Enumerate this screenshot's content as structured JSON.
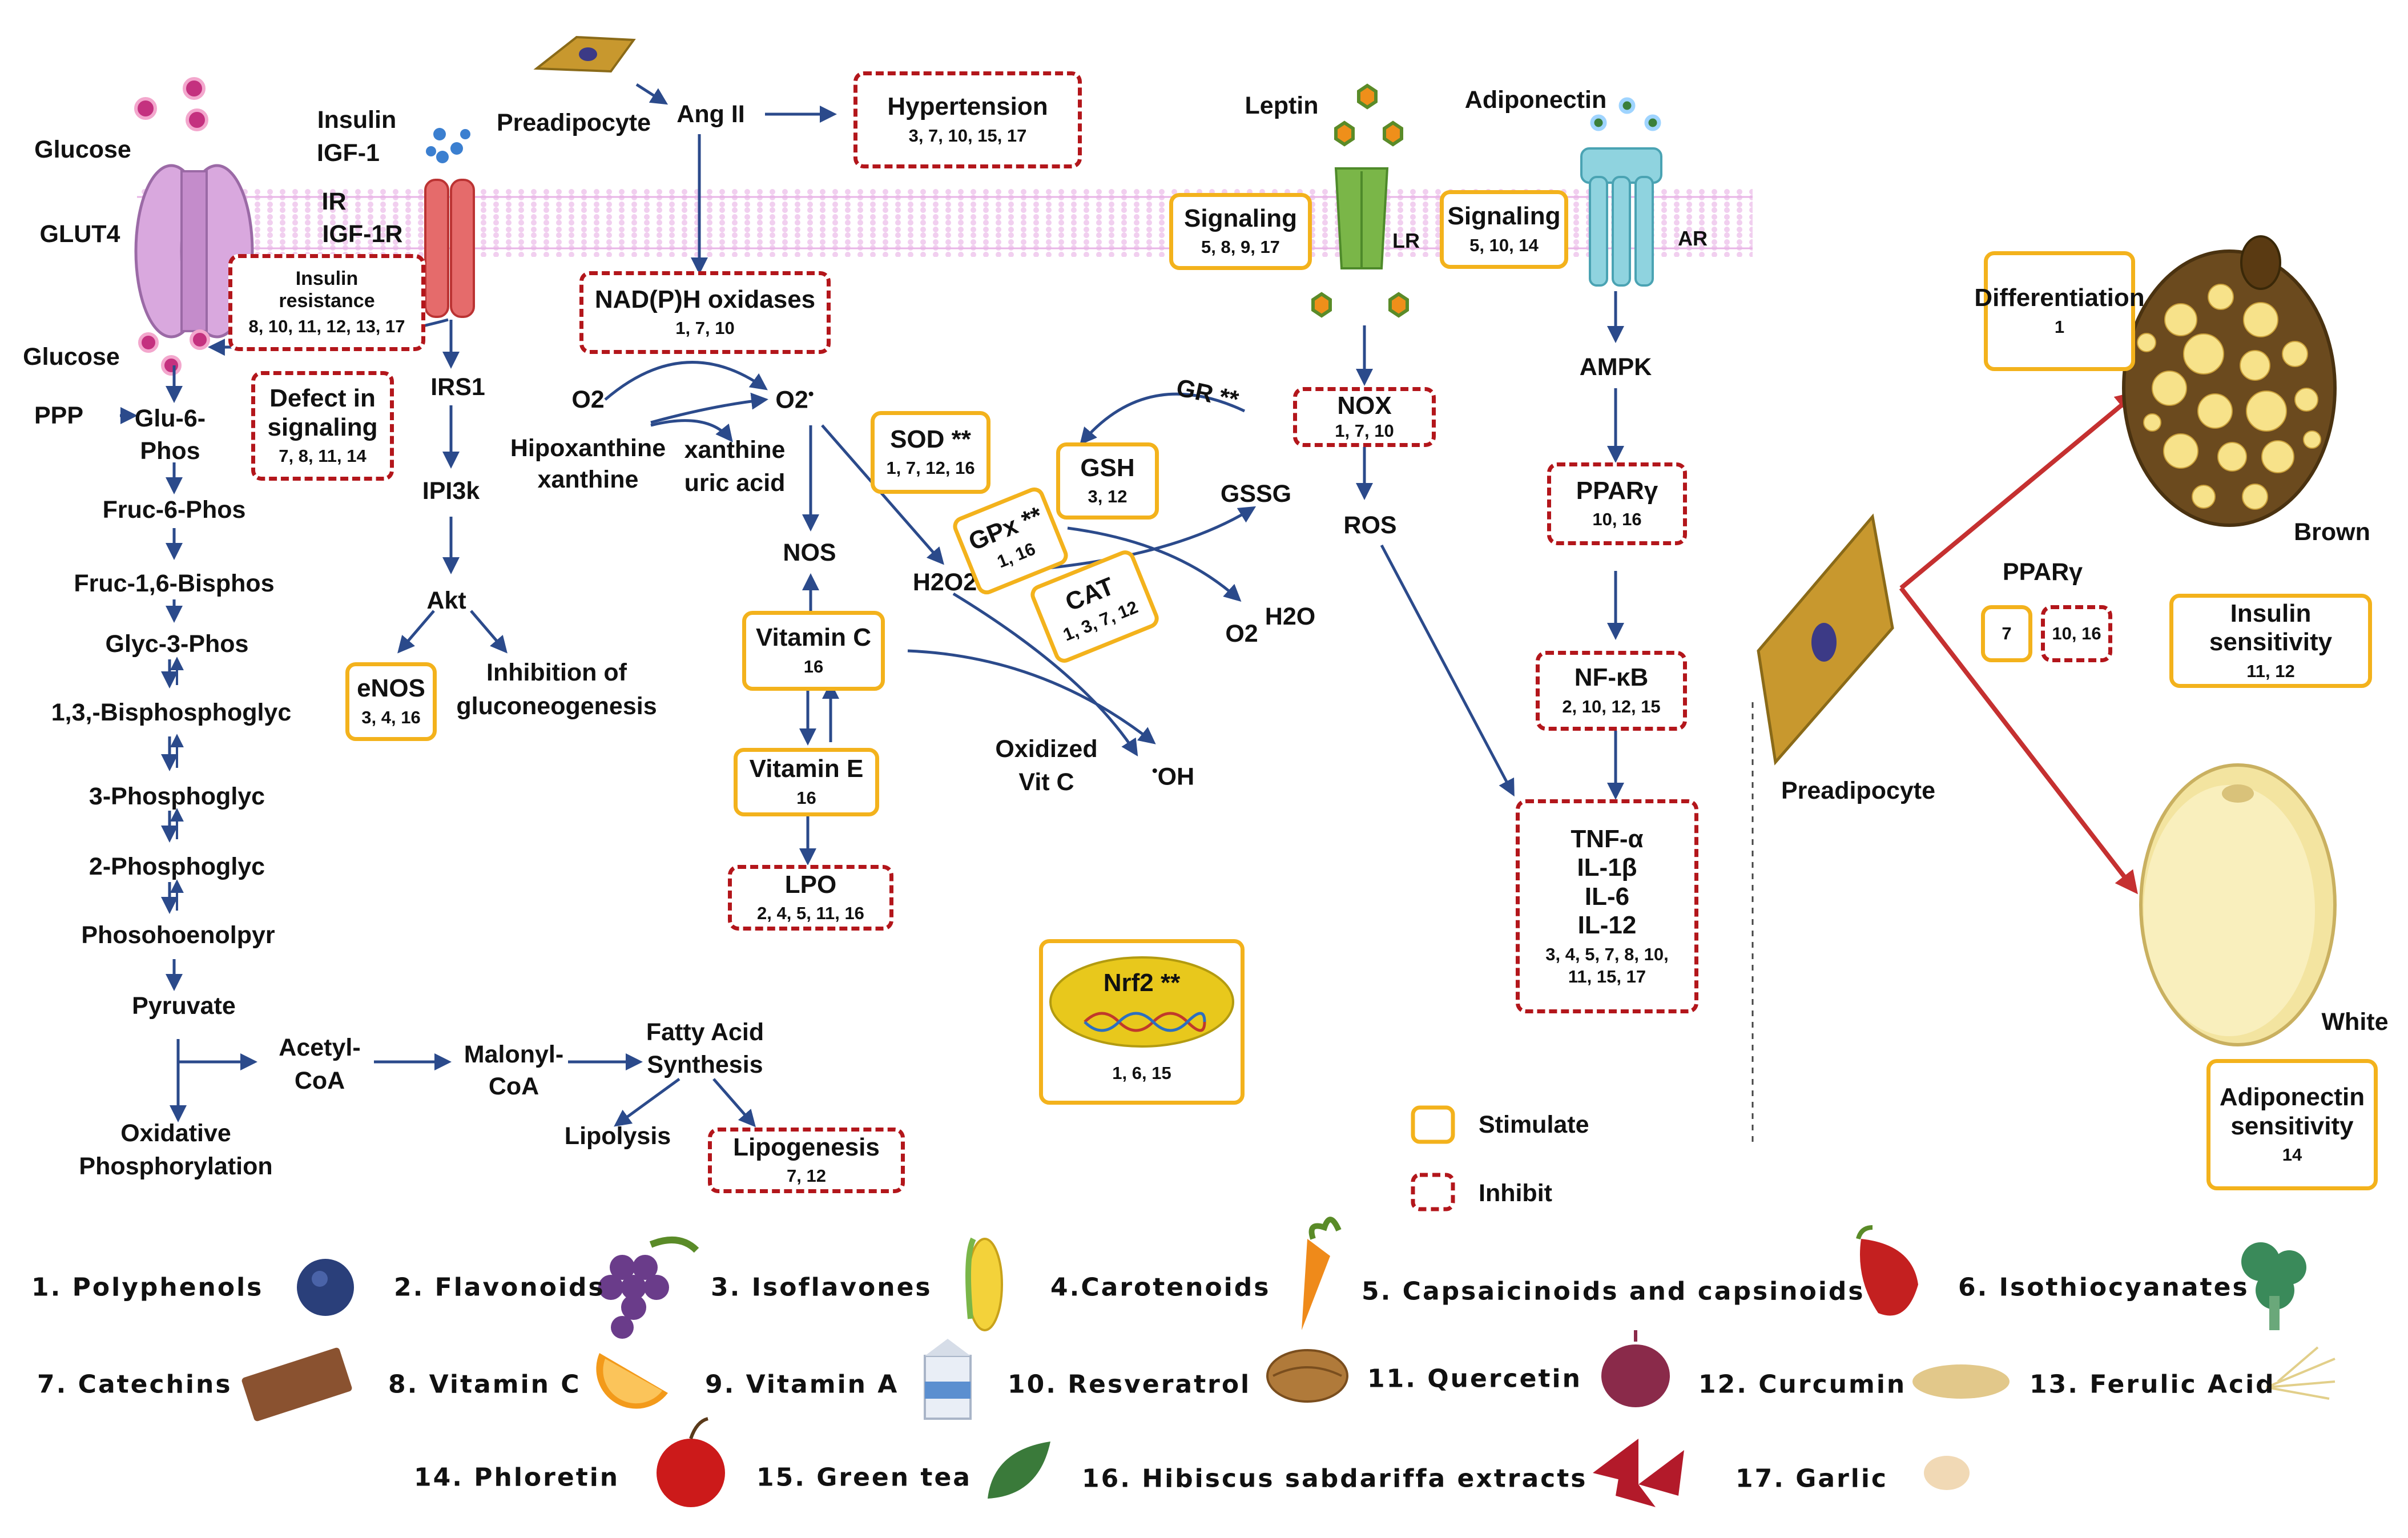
{
  "membrane": {
    "color": "#e8b4e6"
  },
  "colors": {
    "arrow": "#2b4a8b",
    "red_arrow": "#c53030",
    "stimulate": "#f3b21c",
    "inhibit": "#b3161b"
  },
  "labels": {
    "glucose_top": "Glucose",
    "glut4": "GLUT4",
    "glucose_bottom": "Glucose",
    "insulin": "Insulin",
    "igf1": "IGF-1",
    "ir": "IR",
    "igf1r": "IGF-1R",
    "preadipocyte_top": "Preadipocyte",
    "ang2": "Ang II",
    "leptin": "Leptin",
    "adiponectin": "Adiponectin",
    "lr": "LR",
    "ar": "AR",
    "ppp": "PPP",
    "glu6phos_1": "Glu-6-",
    "glu6phos_2": "Phos",
    "fruc6phos": "Fruc-6-Phos",
    "fruc16": "Fruc-1,6-Bisphos",
    "glyc3": "Glyc-3-Phos",
    "bpg13": "1,3,-Bisphosphoglyc",
    "pg3": "3-Phosphoglyc",
    "pg2": "2-Phosphoglyc",
    "pep": "Phosohoenolpyr",
    "pyruvate": "Pyruvate",
    "oxphos_1": "Oxidative",
    "oxphos_2": "Phosphorylation",
    "acetyl_1": "Acetyl-",
    "acetyl_2": "CoA",
    "malonyl_1": "Malonyl-",
    "malonyl_2": "CoA",
    "fas_1": "Fatty Acid",
    "fas_2": "Synthesis",
    "lipolysis": "Lipolysis",
    "irs1": "IRS1",
    "ipi3k": "IPI3k",
    "akt": "Akt",
    "inhib_gluco_1": "Inhibition of",
    "inhib_gluco_2": "gluconeogenesis",
    "o2": "O2",
    "o2rad": "O2",
    "hipox_1": "Hipoxanthine",
    "hipox_2": "xanthine",
    "xan_1": "xanthine",
    "xan_2": "uric acid",
    "nos": "NOS",
    "h2o2": "H2O2",
    "gssg": "GSSG",
    "gr": "GR **",
    "o2_2": "O2",
    "h2o": "H2O",
    "oxvitc_1": "Oxidized",
    "oxvitc_2": "Vit C",
    "oh": "OH",
    "ampk": "AMPK",
    "ros": "ROS",
    "pparg_right": "PPARγ",
    "brown": "Brown",
    "white": "White",
    "preadipocyte_right": "Preadipocyte"
  },
  "boxes": {
    "hypertension": {
      "title": "Hypertension",
      "nums": "3, 7, 10, 15, 17"
    },
    "insulin_resistance": {
      "title1": "Insulin",
      "title2": "resistance",
      "nums": "8, 10, 11, 12, 13, 17"
    },
    "defect": {
      "title1": "Defect in",
      "title2": "signaling",
      "nums": "7, 8, 11, 14"
    },
    "nadph": {
      "title": "NAD(P)H oxidases",
      "nums": "1, 7, 10"
    },
    "sod": {
      "title": "SOD **",
      "nums": "1, 7, 12, 16"
    },
    "gsh": {
      "title": "GSH",
      "nums": "3, 12"
    },
    "gpx": {
      "title": "GPx **",
      "nums": "1, 16"
    },
    "cat": {
      "title": "CAT",
      "nums": "1, 3, 7, 12"
    },
    "vitc": {
      "title": "Vitamin C",
      "nums": "16"
    },
    "vite": {
      "title": "Vitamin E",
      "nums": "16"
    },
    "lpo": {
      "title": "LPO",
      "nums": "2, 4, 5, 11, 16"
    },
    "enos": {
      "title": "eNOS",
      "nums": "3, 4, 16"
    },
    "lipogenesis": {
      "title": "Lipogenesis",
      "nums": "7, 12"
    },
    "nrf2": {
      "title": "Nrf2 **",
      "nums": "1, 6, 15"
    },
    "sig_leptin": {
      "title": "Signaling",
      "nums": "5, 8, 9, 17"
    },
    "sig_adipo": {
      "title": "Signaling",
      "nums": "5, 10, 14"
    },
    "nox": {
      "title": "NOX",
      "nums": "1, 7, 10"
    },
    "pparg": {
      "title": "PPARγ",
      "nums": "10, 16"
    },
    "nfkb": {
      "title": "NF-κB",
      "nums": "2, 10, 12, 15"
    },
    "cyto": {
      "l1": "TNF-α",
      "l2": "IL-1β",
      "l3": "IL-6",
      "l4": "IL-12",
      "nums1": "3, 4, 5, 7, 8, 10,",
      "nums2": "11, 15, 17"
    },
    "differentiation": {
      "title": "Differentiation",
      "nums": "1"
    },
    "pparg7": {
      "nums": "7"
    },
    "pparg1016": {
      "nums": "10, 16"
    },
    "insulin_sens": {
      "title": "Insulin sensitivity",
      "nums": "11, 12"
    },
    "adipo_sens": {
      "title1": "Adiponectin",
      "title2": "sensitivity",
      "nums": "14"
    }
  },
  "legend": {
    "stimulate": "Stimulate",
    "inhibit": "Inhibit"
  },
  "compounds": [
    {
      "label": "1. Polyphenols",
      "icon": "blueberry-icon"
    },
    {
      "label": "2. Flavonoids",
      "icon": "grapes-icon"
    },
    {
      "label": "3. Isoflavones",
      "icon": "corn-icon"
    },
    {
      "label": "4.Carotenoids",
      "icon": "carrot-icon"
    },
    {
      "label": "5. Capsaicinoids and capsinoids",
      "icon": "pepper-icon"
    },
    {
      "label": "6. Isothiocyanates",
      "icon": "broccoli-icon"
    },
    {
      "label": "7. Catechins",
      "icon": "chocolate-icon"
    },
    {
      "label": "8. Vitamin C",
      "icon": "orange-icon"
    },
    {
      "label": "9. Vitamin A",
      "icon": "milk-icon"
    },
    {
      "label": "10. Resveratrol",
      "icon": "walnut-icon"
    },
    {
      "label": "11. Quercetin",
      "icon": "onion-icon"
    },
    {
      "label": "12. Curcumin",
      "icon": "turmeric-icon"
    },
    {
      "label": "13. Ferulic Acid",
      "icon": "rice-icon"
    },
    {
      "label": "14. Phloretin",
      "icon": "apple-icon"
    },
    {
      "label": "15. Green tea",
      "icon": "tea-leaf-icon"
    },
    {
      "label": "16. Hibiscus sabdariffa extracts",
      "icon": "hibiscus-icon"
    },
    {
      "label": "17. Garlic",
      "icon": "garlic-icon"
    }
  ]
}
